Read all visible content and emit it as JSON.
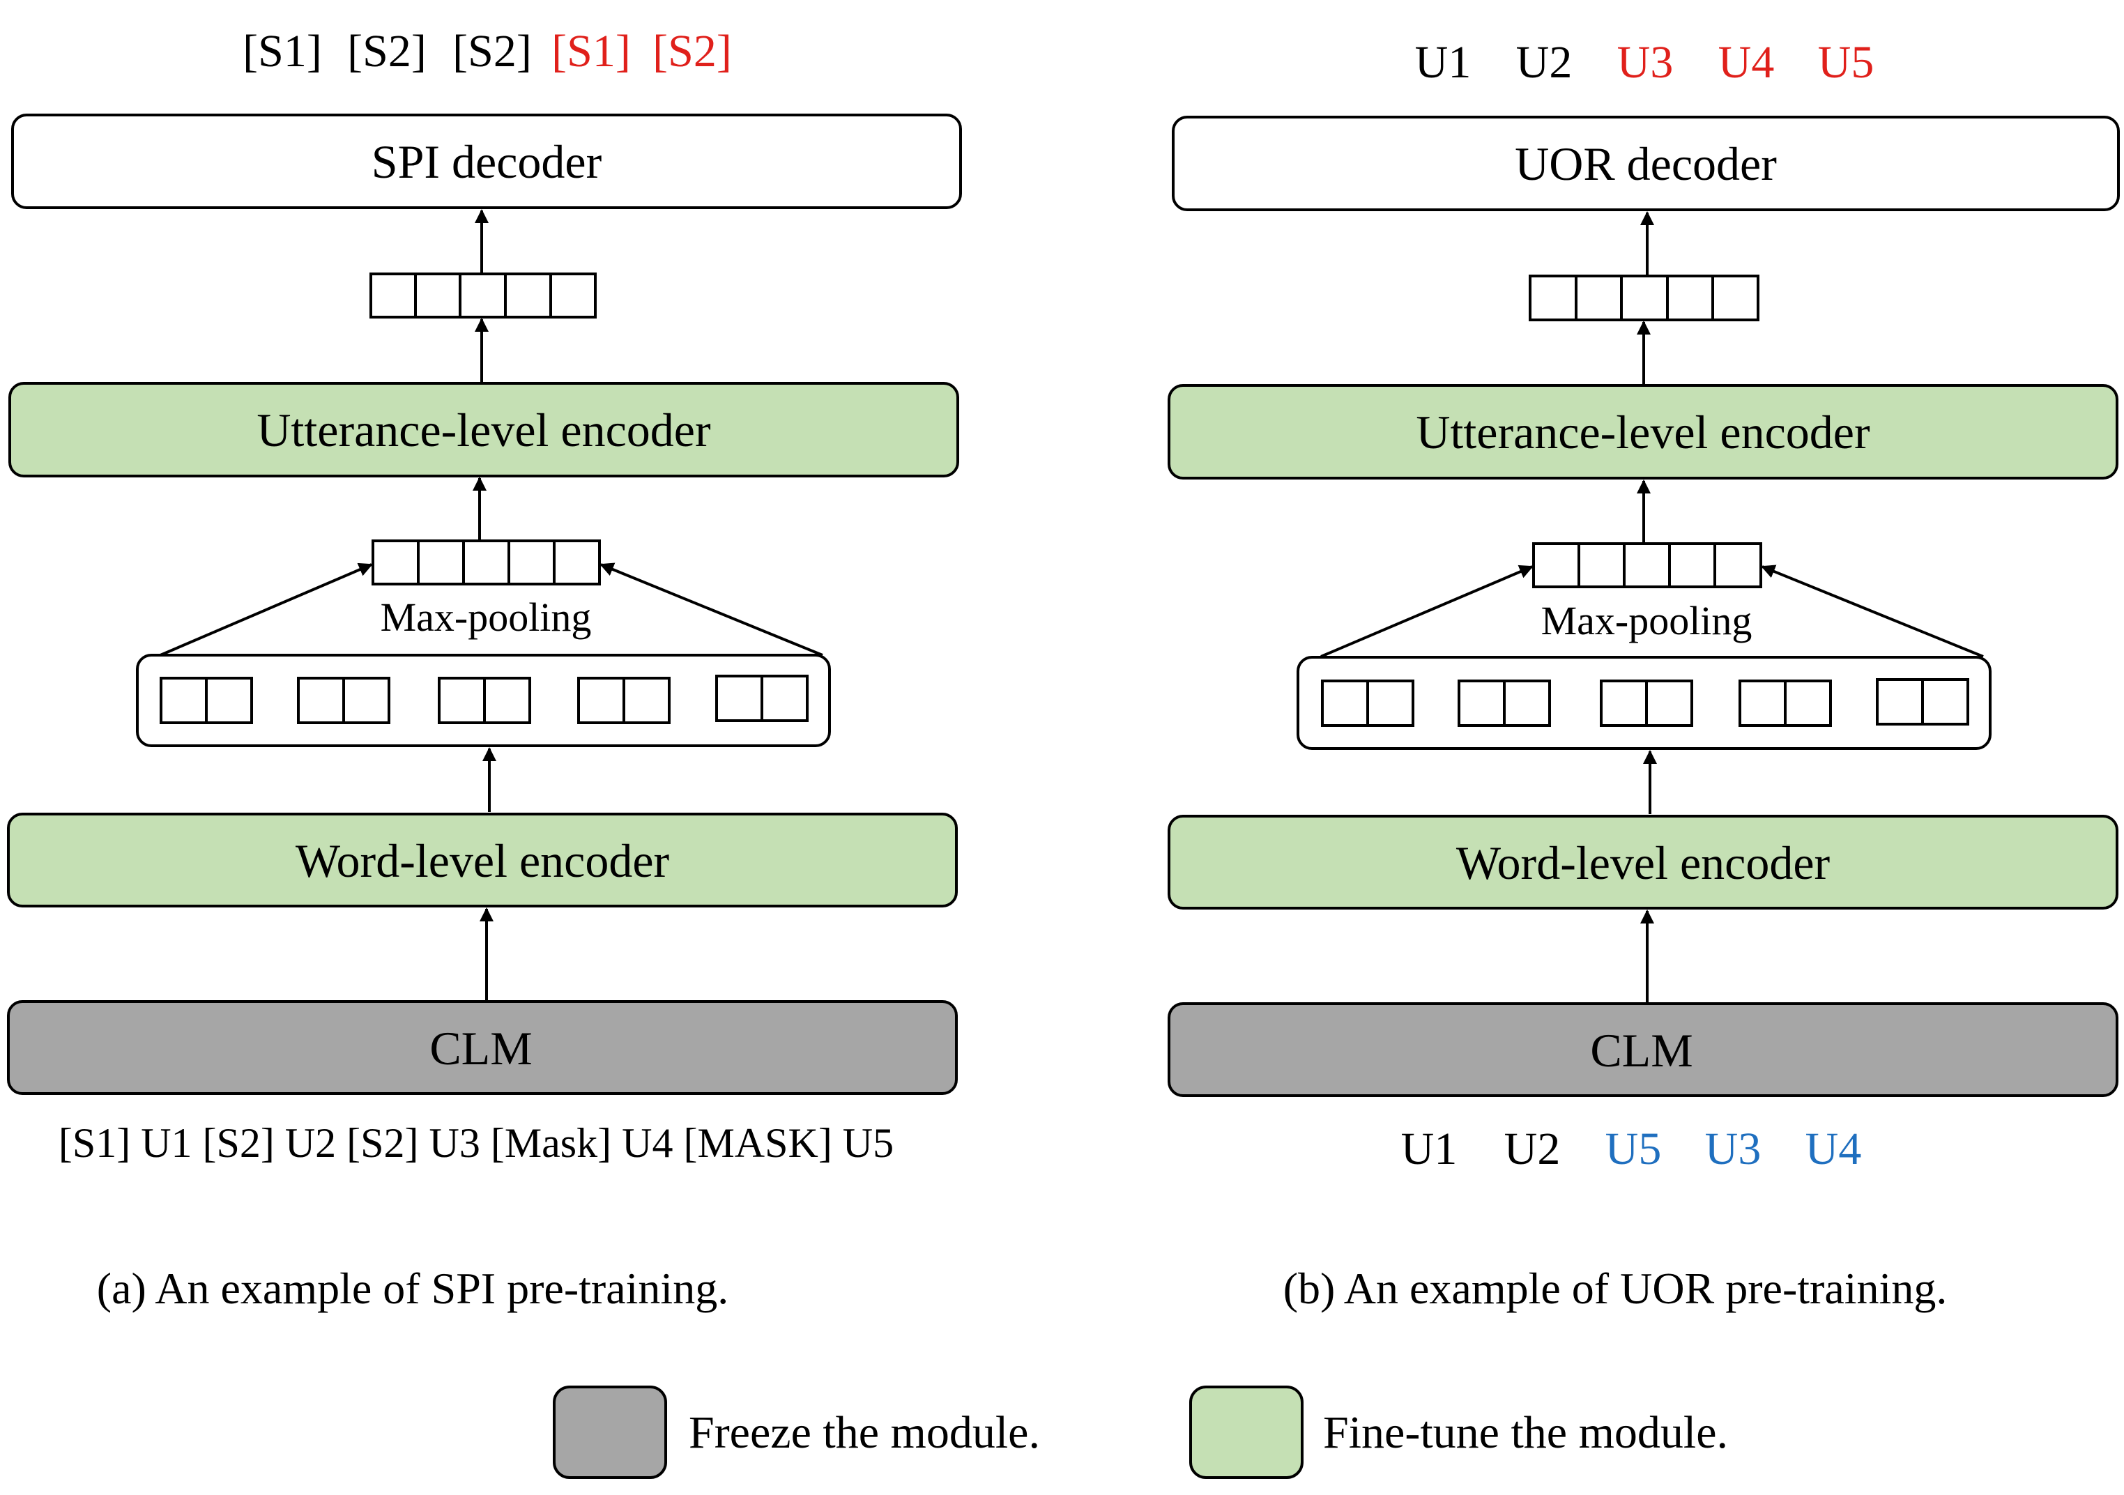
{
  "colors": {
    "frozen": "#a6a6a6",
    "finetune": "#c5e0b4",
    "red": "#e0201b",
    "blue": "#1f6fbf"
  },
  "panel_a": {
    "output_tokens": [
      {
        "text": "[S1]",
        "color": "black"
      },
      {
        "text": "[S2]",
        "color": "black"
      },
      {
        "text": "[S2]",
        "color": "black"
      },
      {
        "text": "[S1]",
        "color": "red"
      },
      {
        "text": "[S2]",
        "color": "red"
      }
    ],
    "decoder": "SPI decoder",
    "utterance_encoder": "Utterance-level encoder",
    "pooling": "Max-pooling",
    "word_encoder": "Word-level encoder",
    "clm": "CLM",
    "input_text": "[S1] U1 [S2] U2 [S2] U3 [Mask] U4 [MASK] U5",
    "caption": "(a) An example of SPI pre-training."
  },
  "panel_b": {
    "output_tokens": [
      {
        "text": "U1",
        "color": "black"
      },
      {
        "text": "U2",
        "color": "black"
      },
      {
        "text": "U3",
        "color": "red"
      },
      {
        "text": "U4",
        "color": "red"
      },
      {
        "text": "U5",
        "color": "red"
      }
    ],
    "decoder": "UOR decoder",
    "utterance_encoder": "Utterance-level encoder",
    "pooling": "Max-pooling",
    "word_encoder": "Word-level encoder",
    "clm": "CLM",
    "input_tokens": [
      {
        "text": "U1",
        "color": "black"
      },
      {
        "text": "U2",
        "color": "black"
      },
      {
        "text": "U5",
        "color": "blue"
      },
      {
        "text": "U3",
        "color": "blue"
      },
      {
        "text": "U4",
        "color": "blue"
      }
    ],
    "caption": "(b) An example of UOR pre-training."
  },
  "legend": {
    "freeze": "Freeze the module.",
    "finetune": "Fine-tune the module."
  }
}
